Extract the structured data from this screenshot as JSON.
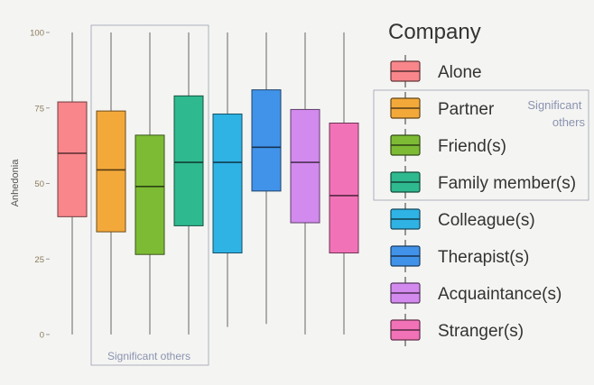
{
  "chart_data": {
    "type": "box",
    "ylabel": "Anhedonia",
    "ylim": [
      0,
      100
    ],
    "yticks": [
      0,
      25,
      50,
      75,
      100
    ],
    "grid": false,
    "legend": {
      "title": "Company",
      "placement": "right"
    },
    "annotations": {
      "bracket_label_bottom": "Significant others",
      "bracket_label_legend": "Significant others"
    },
    "series": [
      {
        "name": "Alone",
        "color": "#f8868b",
        "whisker_low": 0,
        "q1": 39,
        "median": 60,
        "q3": 77,
        "whisker_high": 100
      },
      {
        "name": "Partner",
        "color": "#f3a93a",
        "whisker_low": 0,
        "q1": 34,
        "median": 54.5,
        "q3": 74,
        "whisker_high": 100
      },
      {
        "name": "Friend(s)",
        "color": "#7dbb35",
        "whisker_low": 0,
        "q1": 26.5,
        "median": 49,
        "q3": 66,
        "whisker_high": 100
      },
      {
        "name": "Family member(s)",
        "color": "#2fb98f",
        "whisker_low": 0,
        "q1": 36,
        "median": 57,
        "q3": 79,
        "whisker_high": 100
      },
      {
        "name": "Colleague(s)",
        "color": "#2fb2e4",
        "whisker_low": 2.5,
        "q1": 27,
        "median": 57,
        "q3": 73,
        "whisker_high": 100
      },
      {
        "name": "Therapist(s)",
        "color": "#4193ea",
        "whisker_low": 3.5,
        "q1": 47.5,
        "median": 62,
        "q3": 81,
        "whisker_high": 100
      },
      {
        "name": "Acquaintance(s)",
        "color": "#d38aee",
        "whisker_low": 0,
        "q1": 37,
        "median": 57,
        "q3": 74.5,
        "whisker_high": 100
      },
      {
        "name": "Stranger(s)",
        "color": "#f272b8",
        "whisker_low": 0,
        "q1": 27,
        "median": 46,
        "q3": 70,
        "whisker_high": 100
      }
    ]
  }
}
